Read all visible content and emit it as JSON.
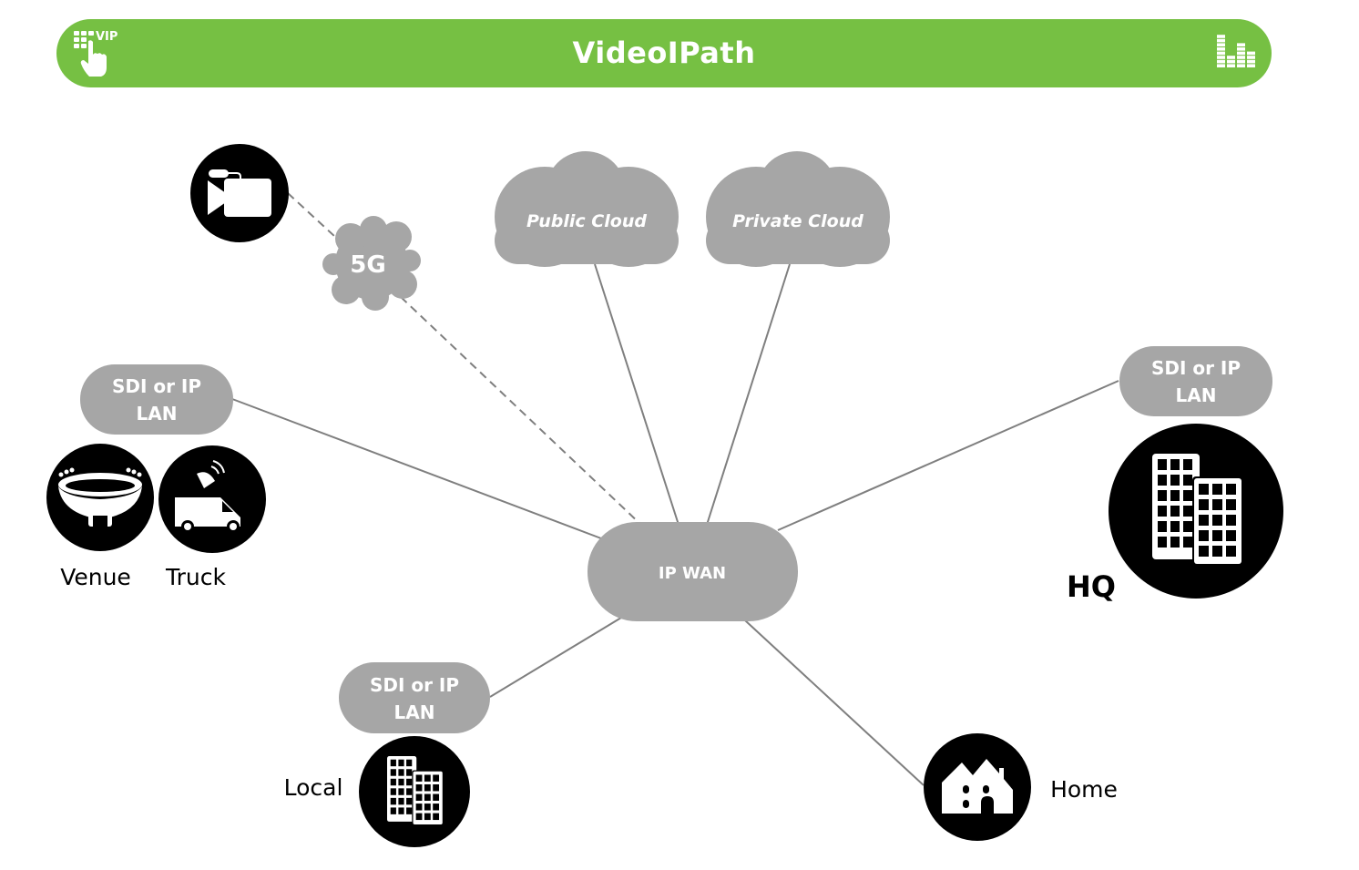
{
  "header": {
    "title": "VideoIPath",
    "logo_text": "VIP",
    "left_logo_icon": "keypad-hand-icon",
    "right_logo_icon": "equalizer-bars-icon",
    "color": "#76c043"
  },
  "diagram": {
    "hub": {
      "label": "IP WAN"
    },
    "clouds": [
      {
        "id": "public-cloud",
        "label": "Public Cloud"
      },
      {
        "id": "private-cloud",
        "label": "Private Cloud"
      },
      {
        "id": "5g",
        "label": "5G"
      }
    ],
    "lans": [
      {
        "id": "lan-venue-truck",
        "line1": "SDI or IP",
        "line2": "LAN"
      },
      {
        "id": "lan-hq",
        "line1": "SDI or IP",
        "line2": "LAN"
      },
      {
        "id": "lan-local",
        "line1": "SDI or IP",
        "line2": "LAN"
      }
    ],
    "sites": [
      {
        "id": "camera",
        "icon": "video-camera-icon",
        "label": ""
      },
      {
        "id": "venue",
        "icon": "stadium-icon",
        "label": "Venue"
      },
      {
        "id": "truck",
        "icon": "ob-truck-icon",
        "label": "Truck"
      },
      {
        "id": "hq",
        "icon": "office-buildings-icon",
        "label": "HQ"
      },
      {
        "id": "local",
        "icon": "office-buildings-icon",
        "label": "Local"
      },
      {
        "id": "home",
        "icon": "house-icon",
        "label": "Home"
      }
    ],
    "connections": [
      {
        "from": "camera",
        "to": "5g",
        "style": "dashed"
      },
      {
        "from": "5g",
        "to": "IP WAN",
        "style": "dashed"
      },
      {
        "from": "Public Cloud",
        "to": "IP WAN",
        "style": "solid"
      },
      {
        "from": "Private Cloud",
        "to": "IP WAN",
        "style": "solid"
      },
      {
        "from": "lan-venue-truck",
        "to": "IP WAN",
        "style": "solid"
      },
      {
        "from": "lan-hq",
        "to": "IP WAN",
        "style": "solid"
      },
      {
        "from": "lan-local",
        "to": "IP WAN",
        "style": "solid"
      },
      {
        "from": "home",
        "to": "IP WAN",
        "style": "solid"
      }
    ],
    "colors": {
      "node_fill": "#a6a6a6",
      "line": "#7f7f7f",
      "site_fill": "#000000"
    }
  }
}
